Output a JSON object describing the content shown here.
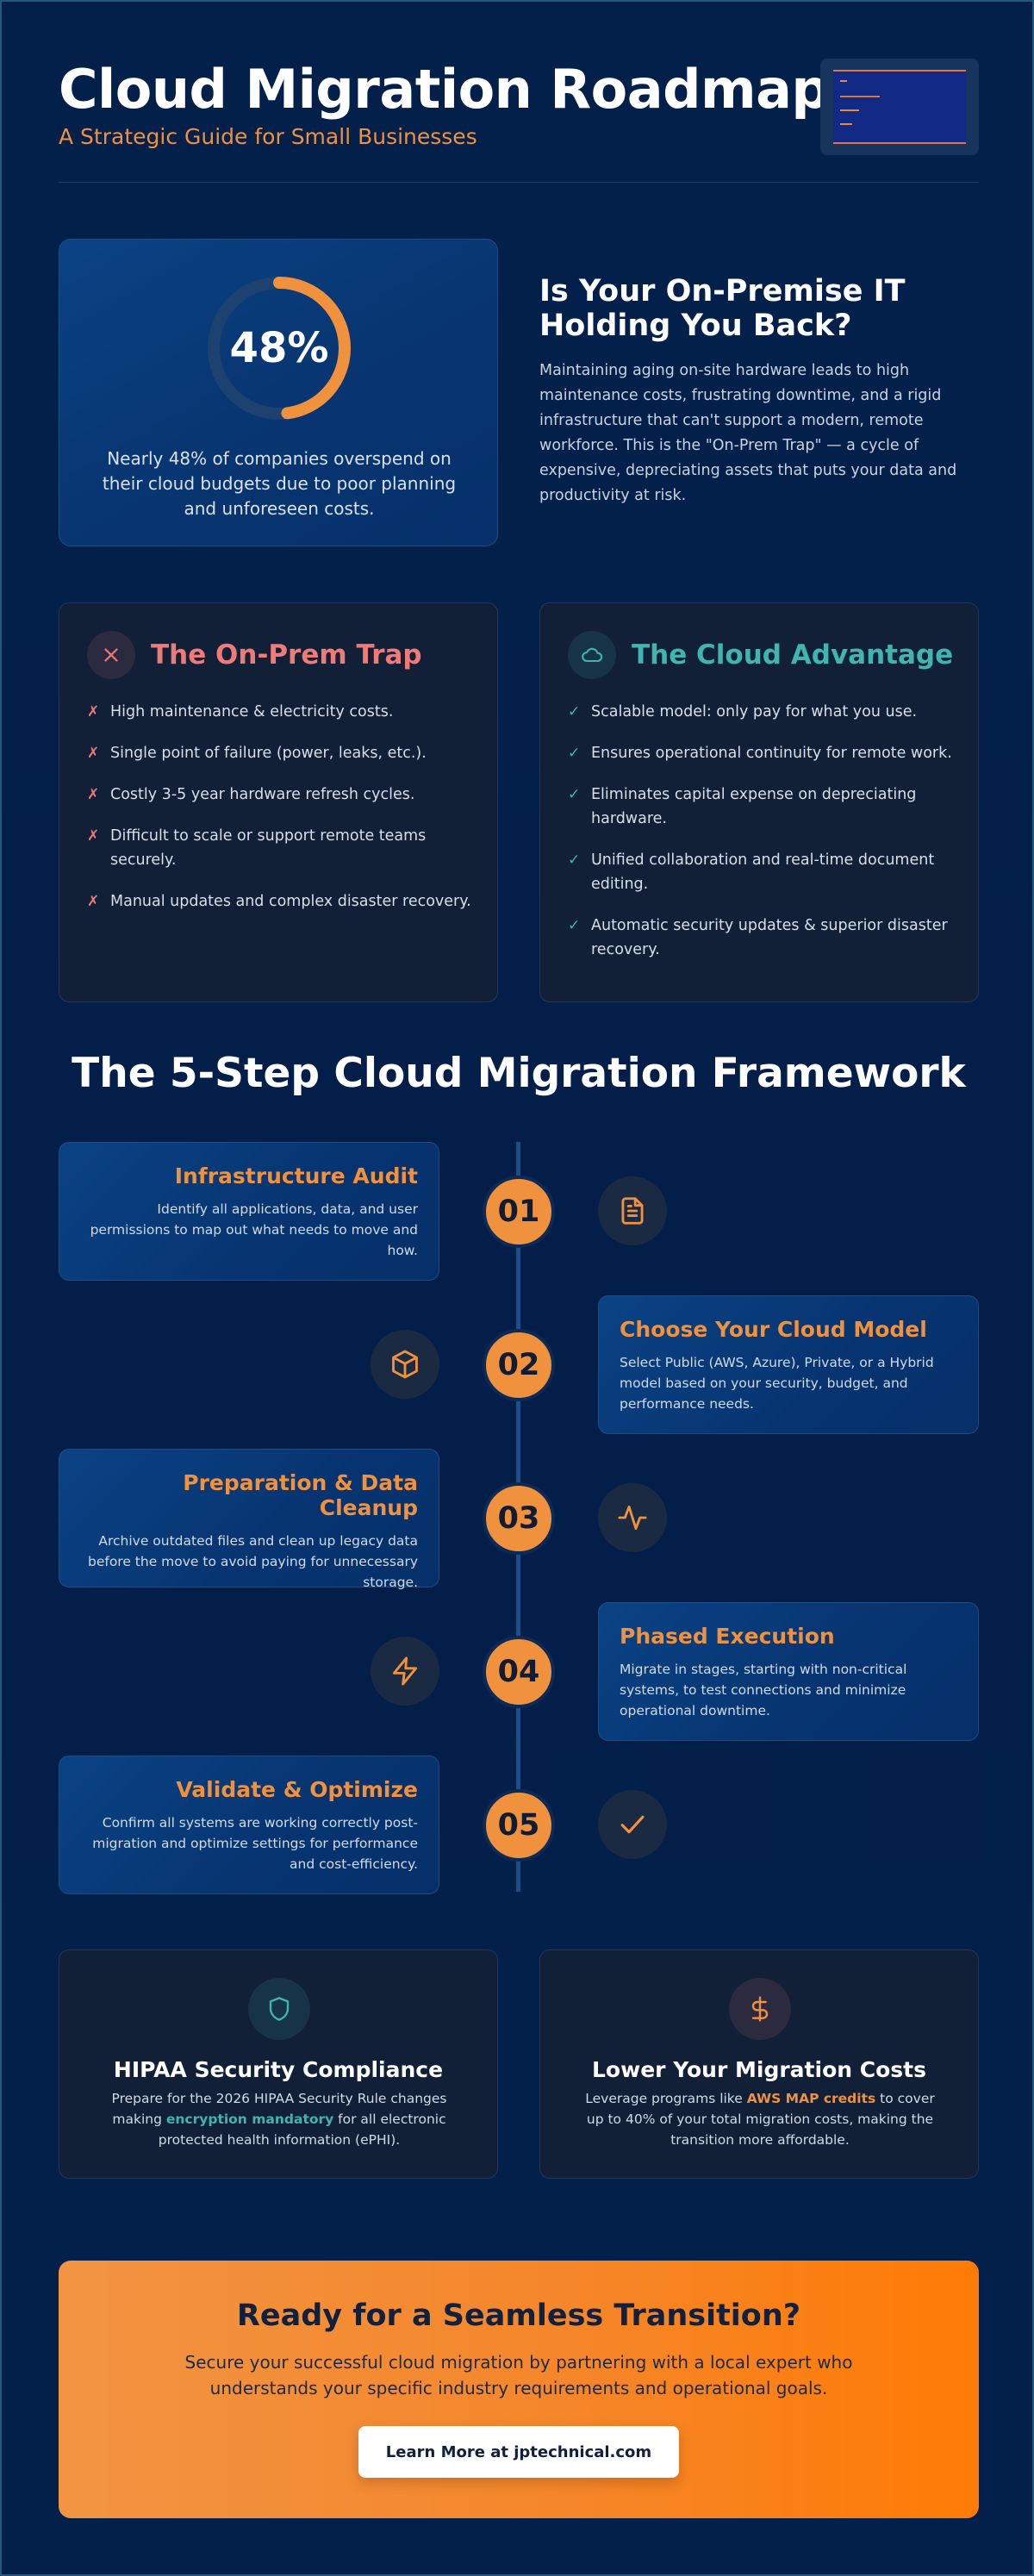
{
  "header": {
    "title": "Cloud Migration Roadmap",
    "subtitle": "A Strategic Guide for Small Businesses"
  },
  "stat": {
    "value": "48%",
    "percent": 48,
    "ring_color": "#f0913d",
    "track_color": "#1d4270",
    "text": "Nearly 48% of companies overspend on their cloud budgets due to poor planning and unforeseen costs."
  },
  "intro": {
    "heading": "Is Your On-Premise IT Holding You Back?",
    "body": "Maintaining aging on-site hardware leads to high maintenance costs, frustrating downtime, and a rigid infrastructure that can't support a modern, remote workforce. This is the \"On-Prem Trap\" — a cycle of expensive, depreciating assets that puts your data and productivity at risk."
  },
  "onprem": {
    "title": "The On-Prem Trap",
    "icon": "close-icon",
    "mark": "✗",
    "items": [
      "High maintenance & electricity costs.",
      "Single point of failure (power, leaks, etc.).",
      "Costly 3-5 year hardware refresh cycles.",
      "Difficult to scale or support remote teams securely.",
      "Manual updates and complex disaster recovery."
    ]
  },
  "cloud": {
    "title": "The Cloud Advantage",
    "icon": "cloud-icon",
    "mark": "✓",
    "items": [
      "Scalable model: only pay for what you use.",
      "Ensures operational continuity for remote work.",
      "Eliminates capital expense on depreciating hardware.",
      "Unified collaboration and real-time document editing.",
      "Automatic security updates & superior disaster recovery."
    ]
  },
  "framework": {
    "title": "The 5-Step Cloud Migration Framework",
    "steps": [
      {
        "number": "01",
        "title": "Infrastructure Audit",
        "text": "Identify all applications, data, and user permissions to map out what needs to move and how.",
        "icon": "document-icon"
      },
      {
        "number": "02",
        "title": "Choose Your Cloud Model",
        "text": "Select Public (AWS, Azure), Private, or a Hybrid model based on your security, budget, and performance needs.",
        "icon": "box-icon"
      },
      {
        "number": "03",
        "title": "Preparation & Data Cleanup",
        "text": "Archive outdated files and clean up legacy data before the move to avoid paying for unnecessary storage.",
        "icon": "activity-icon"
      },
      {
        "number": "04",
        "title": "Phased Execution",
        "text": "Migrate in stages, starting with non-critical systems, to test connections and minimize operational downtime.",
        "icon": "lightning-icon"
      },
      {
        "number": "05",
        "title": "Validate & Optimize",
        "text": "Confirm all systems are working correctly post-migration and optimize settings for performance and cost-efficiency.",
        "icon": "check-icon"
      }
    ]
  },
  "hipaa": {
    "title": "HIPAA Security Compliance",
    "icon": "shield-icon",
    "text_before": "Prepare for the 2026 HIPAA Security Rule changes making ",
    "highlight": "encryption mandatory",
    "text_after": " for all electronic protected health information (ePHI)."
  },
  "costs": {
    "title": "Lower Your Migration Costs",
    "icon": "dollar-icon",
    "text_before": "Leverage programs like ",
    "highlight": "AWS MAP credits",
    "text_after": " to cover up to 40% of your total migration costs, making the transition more affordable."
  },
  "cta": {
    "title": "Ready for a Seamless Transition?",
    "text": "Secure your successful cloud migration by partnering with a local expert who understands your specific industry requirements and operational goals.",
    "button": "Learn More at jptechnical.com"
  },
  "colors": {
    "background": "#03204a",
    "accent_orange": "#f0913d",
    "accent_teal": "#3fb5ad",
    "accent_red": "#f07a78"
  }
}
